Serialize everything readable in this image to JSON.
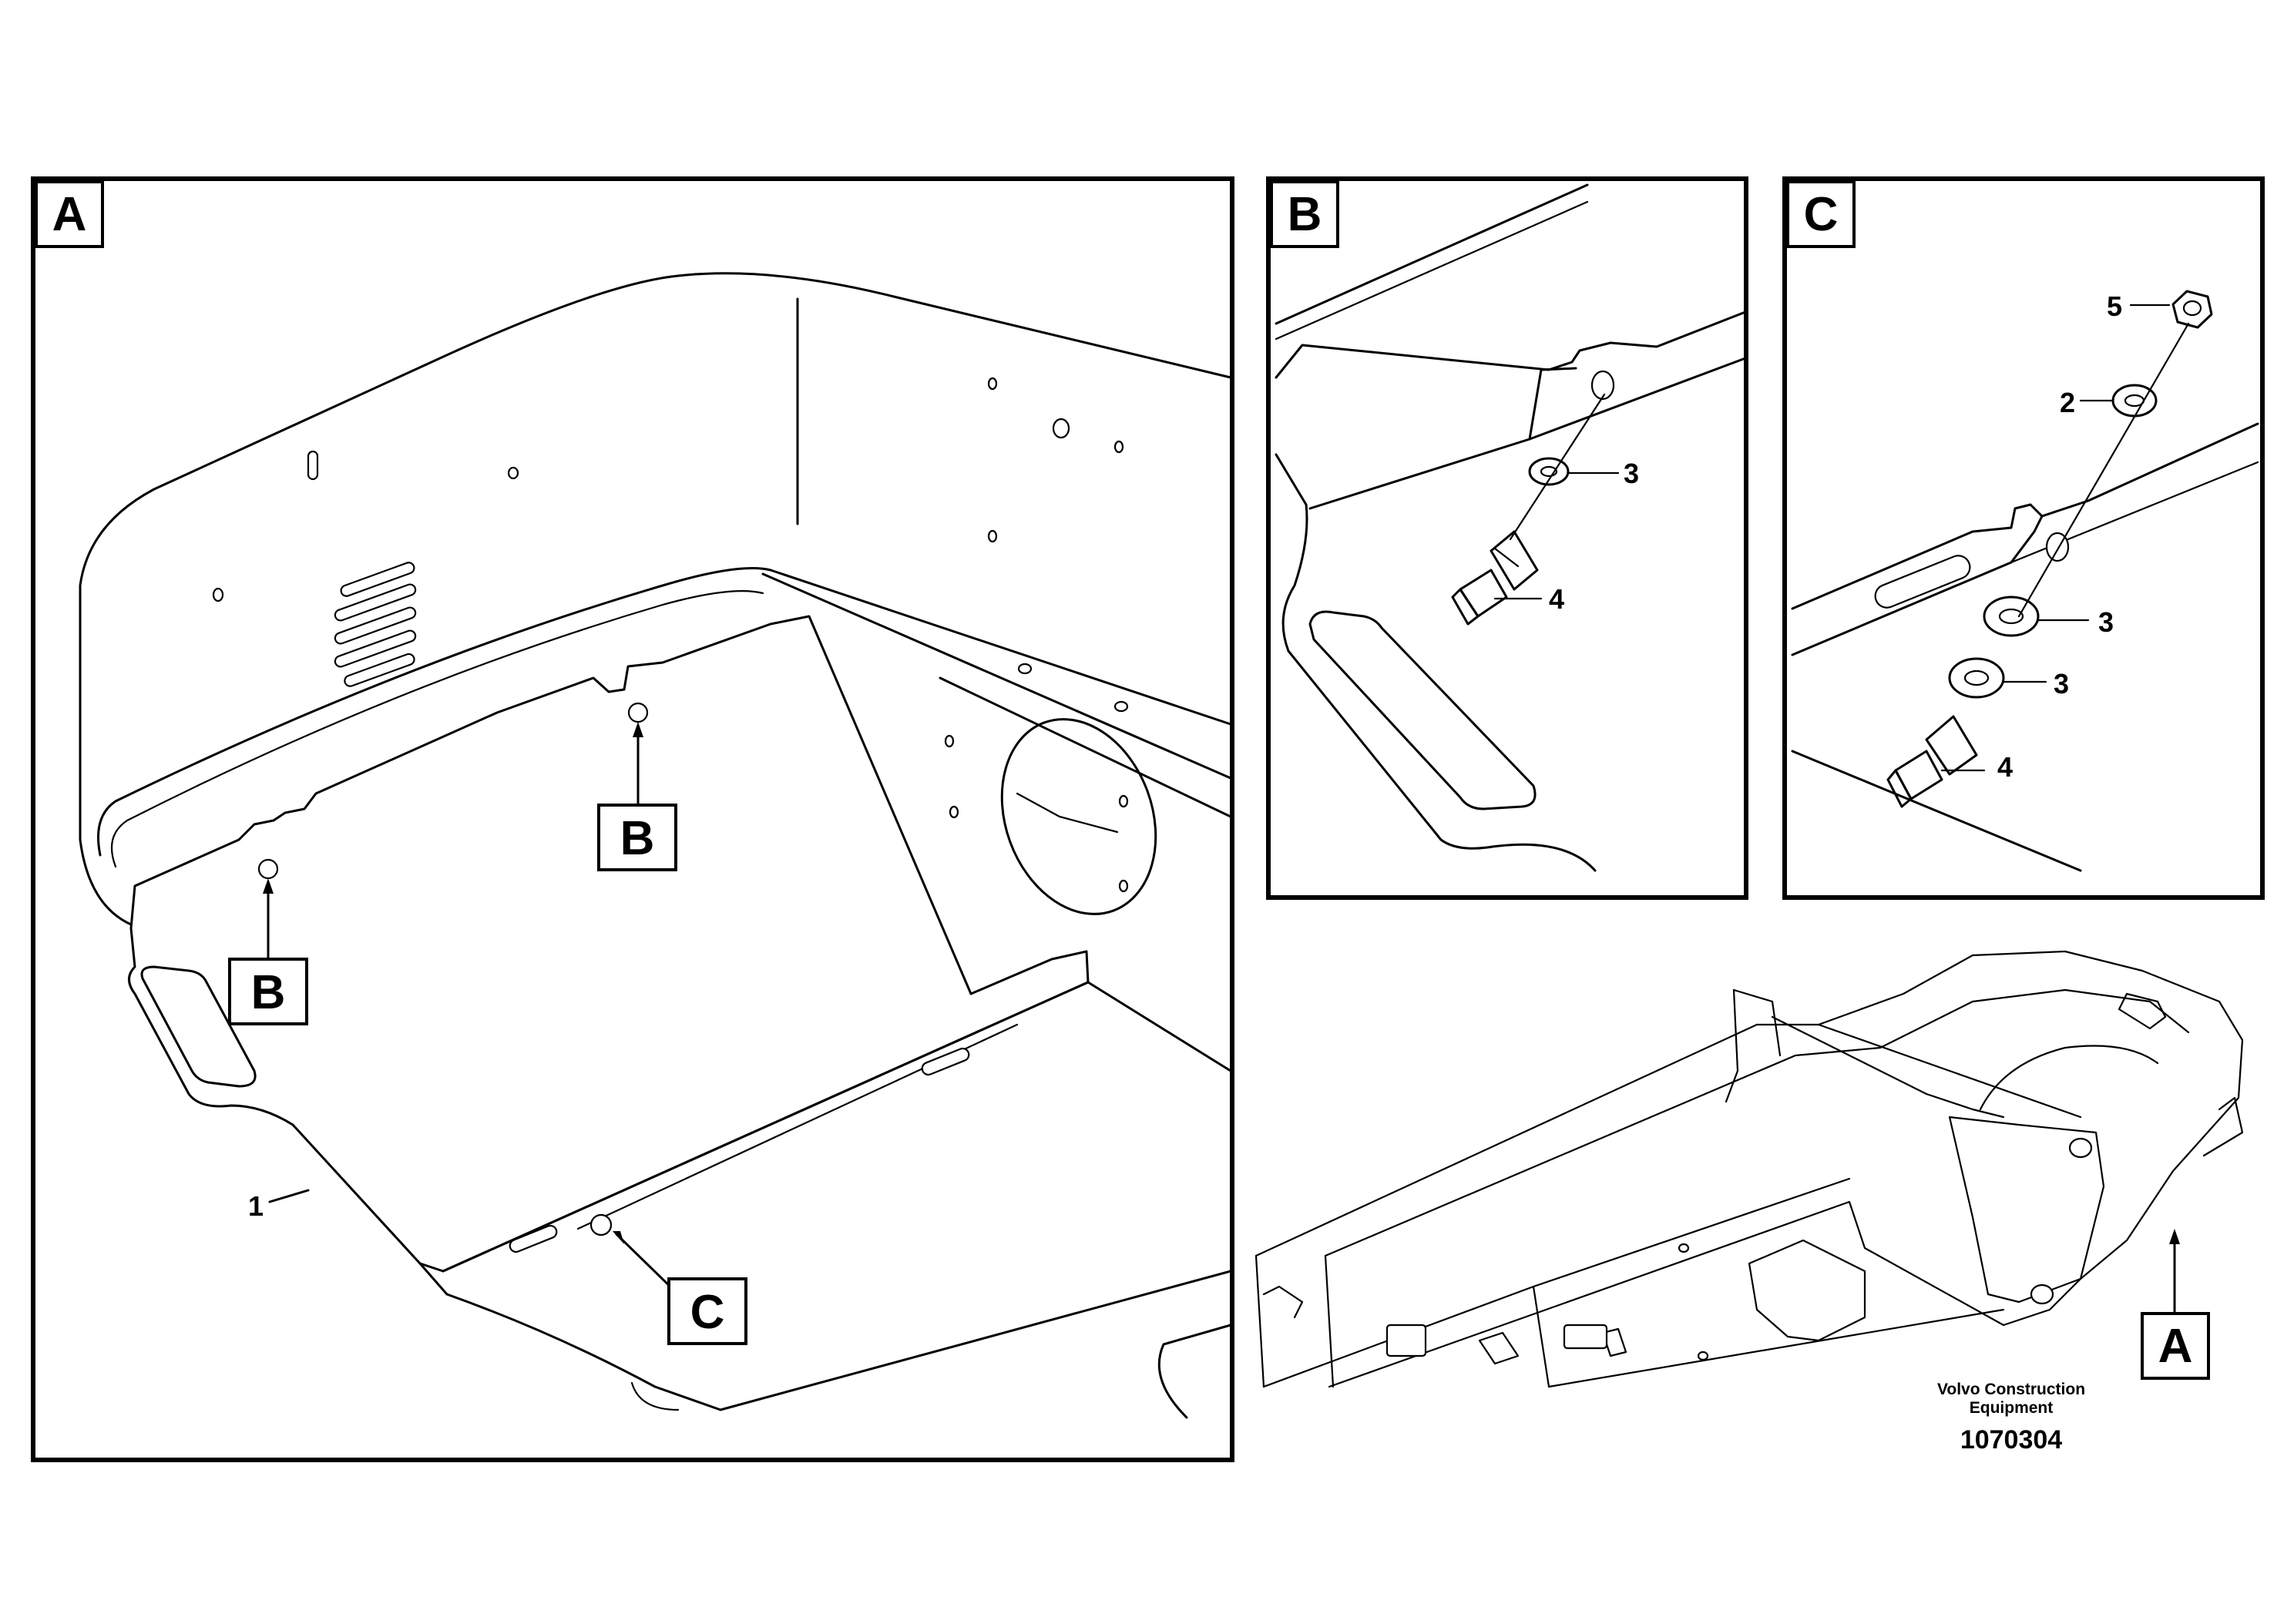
{
  "panels": {
    "a": {
      "tag": "A"
    },
    "b": {
      "tag": "B"
    },
    "c": {
      "tag": "C"
    }
  },
  "callouts": {
    "a_b_upper": "B",
    "a_b_lower": "B",
    "a_c": "C",
    "overview_a": "A"
  },
  "parts": {
    "cover": "1",
    "b_washer": "3",
    "b_bolt": "4",
    "c_nut": "5",
    "c_washer": "2",
    "c_spacer_upper": "3",
    "c_spacer_lower": "3",
    "c_bolt": "4"
  },
  "caption": {
    "line1": "Volvo Construction",
    "line2": "Equipment",
    "code": "1070304"
  }
}
